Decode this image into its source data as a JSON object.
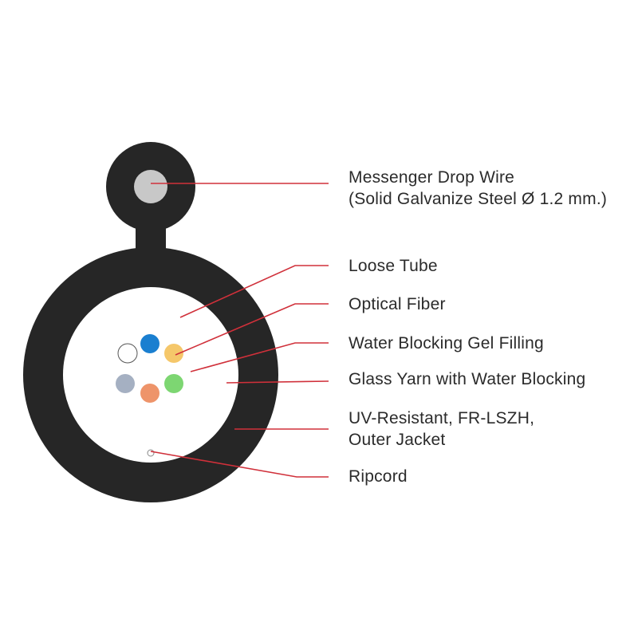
{
  "labels": {
    "messenger": {
      "line1": "Messenger Drop Wire",
      "line2": "(Solid Galvanize Steel Ø 1.2 mm.)"
    },
    "loose_tube": "Loose Tube",
    "optical_fiber": "Optical Fiber",
    "gel_filling": "Water Blocking Gel Filling",
    "glass_yarn": "Glass Yarn with Water Blocking",
    "jacket": {
      "line1": "UV-Resistant, FR-LSZH,",
      "line2": "Outer Jacket"
    },
    "ripcord": "Ripcord"
  },
  "colors": {
    "jacket": "#262626",
    "steel_wire": "#c8c8c8",
    "leader_line": "#d0303a",
    "fibers": [
      "#ffffff",
      "#1a7fd0",
      "#f5c76a",
      "#a5b0c2",
      "#ee946a",
      "#7dd672"
    ]
  }
}
